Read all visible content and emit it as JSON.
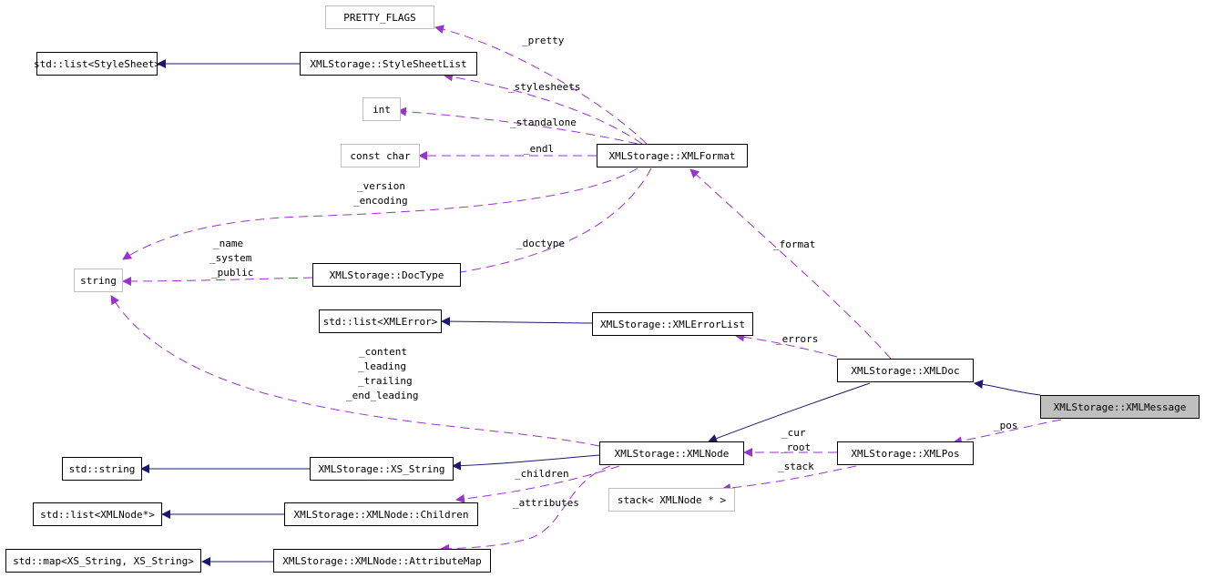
{
  "nodes": {
    "pretty_flags": "PRETTY_FLAGS",
    "list_stylesheet": "std::list<StyleSheet>",
    "stylesheet_list": "XMLStorage::StyleSheetList",
    "int": "int",
    "const_char": "const char",
    "xml_format": "XMLStorage::XMLFormat",
    "string": "string",
    "doc_type": "XMLStorage::DocType",
    "list_xml_error": "std::list<XMLError>",
    "xml_error_list": "XMLStorage::XMLErrorList",
    "xml_doc": "XMLStorage::XMLDoc",
    "xml_message": "XMLStorage::XMLMessage",
    "std_string": "std::string",
    "xs_string": "XMLStorage::XS_String",
    "xml_node": "XMLStorage::XMLNode",
    "xml_pos": "XMLStorage::XMLPos",
    "stack_xml_node": "stack< XMLNode * >",
    "list_xml_node": "std::list<XMLNode*>",
    "children": "XMLStorage::XMLNode::Children",
    "map_xs_string": "std::map<XS_String, XS_String>",
    "attribute_map": "XMLStorage::XMLNode::AttributeMap"
  },
  "edge_labels": {
    "pretty": "_pretty",
    "stylesheets": "_stylesheets",
    "standalone": "_standalone",
    "endl": "_endl",
    "version": "_version",
    "encoding": "_encoding",
    "doctype": "_doctype",
    "name": "_name",
    "system": "_system",
    "public": "_public",
    "format": "_format",
    "errors": "_errors",
    "content": "_content",
    "leading": "_leading",
    "trailing": "_trailing",
    "end_leading": "_end_leading",
    "pos": "_pos",
    "cur": "_cur",
    "root": "_root",
    "stack": "_stack",
    "children": "_children",
    "attributes": "_attributes"
  },
  "colors": {
    "inheritance_edge": "#191970",
    "usage_edge": "#9a32cd",
    "node_border": "#000000",
    "external_border": "#bfbfbf",
    "highlight_fill": "#bfbfbf"
  }
}
